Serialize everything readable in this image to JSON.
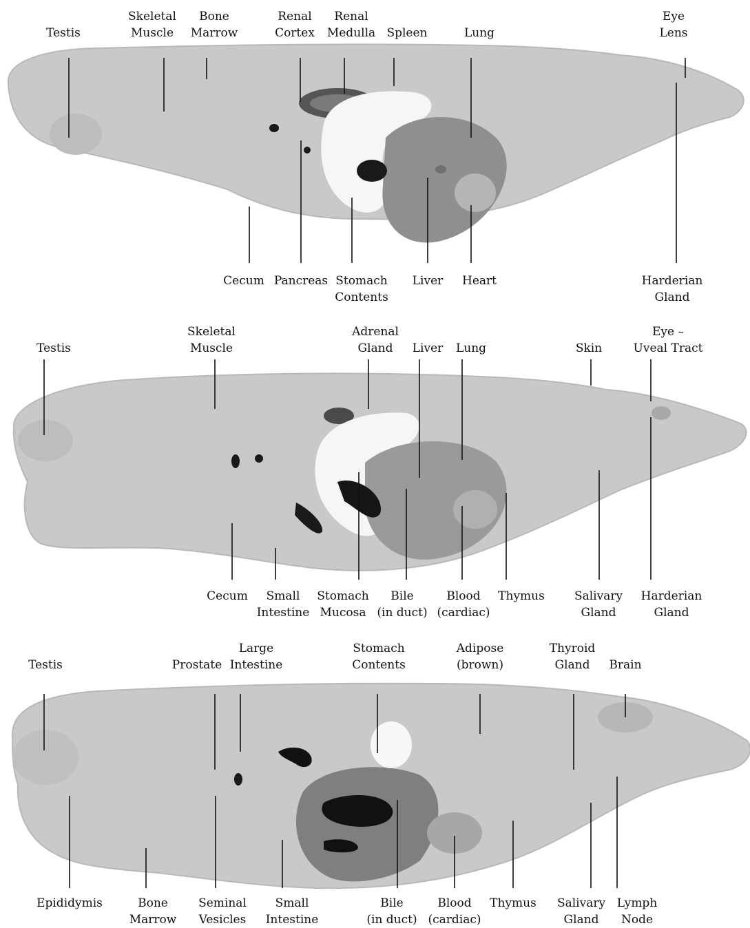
{
  "colors": {
    "tissue": "#c9c9c9",
    "tissue_edge": "#b8b8b8",
    "dark": "#1a1a1a",
    "line": "#111111",
    "background": "#ffffff"
  },
  "panels": [
    {
      "top_labels": [
        [
          "Testis"
        ],
        [
          "Skeletal",
          "Muscle"
        ],
        [
          "Bone",
          "Marrow"
        ],
        [
          "Renal",
          "Cortex"
        ],
        [
          "Renal",
          "Medulla"
        ],
        [
          "Spleen"
        ],
        [
          "Lung"
        ],
        [
          "Eye",
          "Lens"
        ]
      ],
      "bottom_labels": [
        [
          "Cecum"
        ],
        [
          "Pancreas"
        ],
        [
          "Stomach",
          "Contents"
        ],
        [
          "Liver"
        ],
        [
          "Heart"
        ],
        [
          "Harderian",
          "Gland"
        ]
      ]
    },
    {
      "top_labels": [
        [
          "Testis"
        ],
        [
          "Skeletal",
          "Muscle"
        ],
        [
          "Adrenal",
          "Gland"
        ],
        [
          "Liver"
        ],
        [
          "Lung"
        ],
        [
          "Skin"
        ],
        [
          "Eye –",
          "Uveal Tract"
        ]
      ],
      "bottom_labels": [
        [
          "Cecum"
        ],
        [
          "Small",
          "Intestine"
        ],
        [
          "Stomach",
          "Mucosa"
        ],
        [
          "Bile",
          "(in duct)"
        ],
        [
          "Blood",
          "(cardiac)"
        ],
        [
          "Thymus"
        ],
        [
          "Salivary",
          "Gland"
        ],
        [
          "Harderian",
          "Gland"
        ]
      ]
    },
    {
      "top_labels": [
        [
          "Testis"
        ],
        [
          "Prostate"
        ],
        [
          "Large",
          "Intestine"
        ],
        [
          "Stomach",
          "Contents"
        ],
        [
          "Adipose",
          "(brown)"
        ],
        [
          "Thyroid",
          "Gland"
        ],
        [
          "Brain"
        ]
      ],
      "bottom_labels": [
        [
          "Epididymis"
        ],
        [
          "Bone",
          "Marrow"
        ],
        [
          "Seminal",
          "Vesicles"
        ],
        [
          "Small",
          "Intestine"
        ],
        [
          "Bile",
          "(in duct)"
        ],
        [
          "Blood",
          "(cardiac)"
        ],
        [
          "Thymus"
        ],
        [
          "Salivary",
          "Gland"
        ],
        [
          "Lymph",
          "Node"
        ]
      ]
    }
  ]
}
